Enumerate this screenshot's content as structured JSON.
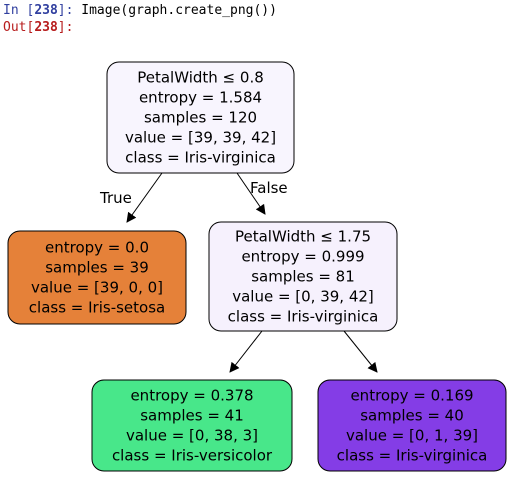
{
  "cell": {
    "in_prefix": "In [",
    "in_number": "238",
    "in_suffix": "]:",
    "code": "Image(graph.create_png())",
    "out_prefix": "Out[",
    "out_number": "238",
    "out_suffix": "]:"
  },
  "tree": {
    "nodes": [
      {
        "id": "root",
        "lines": [
          "PetalWidth ≤ 0.8",
          "entropy = 1.584",
          "samples = 120",
          "value = [39, 39, 42]",
          "class = Iris-virginica"
        ],
        "fill": "#f8f5fe"
      },
      {
        "id": "left",
        "lines": [
          "entropy = 0.0",
          "samples = 39",
          "value = [39, 0, 0]",
          "class = Iris-setosa"
        ],
        "fill": "#e58139"
      },
      {
        "id": "right",
        "lines": [
          "PetalWidth ≤ 1.75",
          "entropy = 0.999",
          "samples = 81",
          "value = [0, 39, 42]",
          "class = Iris-virginica"
        ],
        "fill": "#f6f1fd"
      },
      {
        "id": "right-left",
        "lines": [
          "entropy = 0.378",
          "samples = 41",
          "value = [0, 38, 3]",
          "class = Iris-versicolor"
        ],
        "fill": "#48e78a"
      },
      {
        "id": "right-right",
        "lines": [
          "entropy = 0.169",
          "samples = 40",
          "value = [0, 1, 39]",
          "class = Iris-virginica"
        ],
        "fill": "#843de6"
      }
    ],
    "edges": [
      {
        "from": "root",
        "to": "left",
        "label": "True"
      },
      {
        "from": "root",
        "to": "right",
        "label": "False"
      },
      {
        "from": "right",
        "to": "right-left",
        "label": ""
      },
      {
        "from": "right",
        "to": "right-right",
        "label": ""
      }
    ]
  }
}
